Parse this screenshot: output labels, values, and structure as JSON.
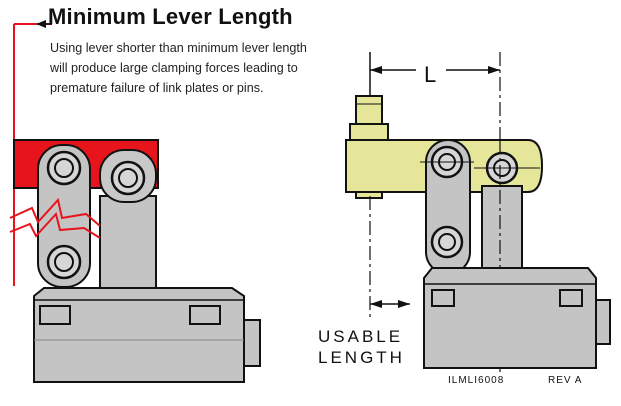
{
  "title": "Minimum Lever Length",
  "caption": [
    "Using lever shorter than minimum lever length",
    "will produce large clamping forces leading to",
    "premature failure of link plates or pins."
  ],
  "dimension_label": "L",
  "usable_length": [
    "USABLE",
    "LENGTH"
  ],
  "drawing_code": "ILMLI6008",
  "revision": "REV A",
  "colors": {
    "warning_red": "#e8141c",
    "lever_yellow": "#e6e69a",
    "body_gray": "#c4c4c4",
    "outline": "#111111"
  }
}
